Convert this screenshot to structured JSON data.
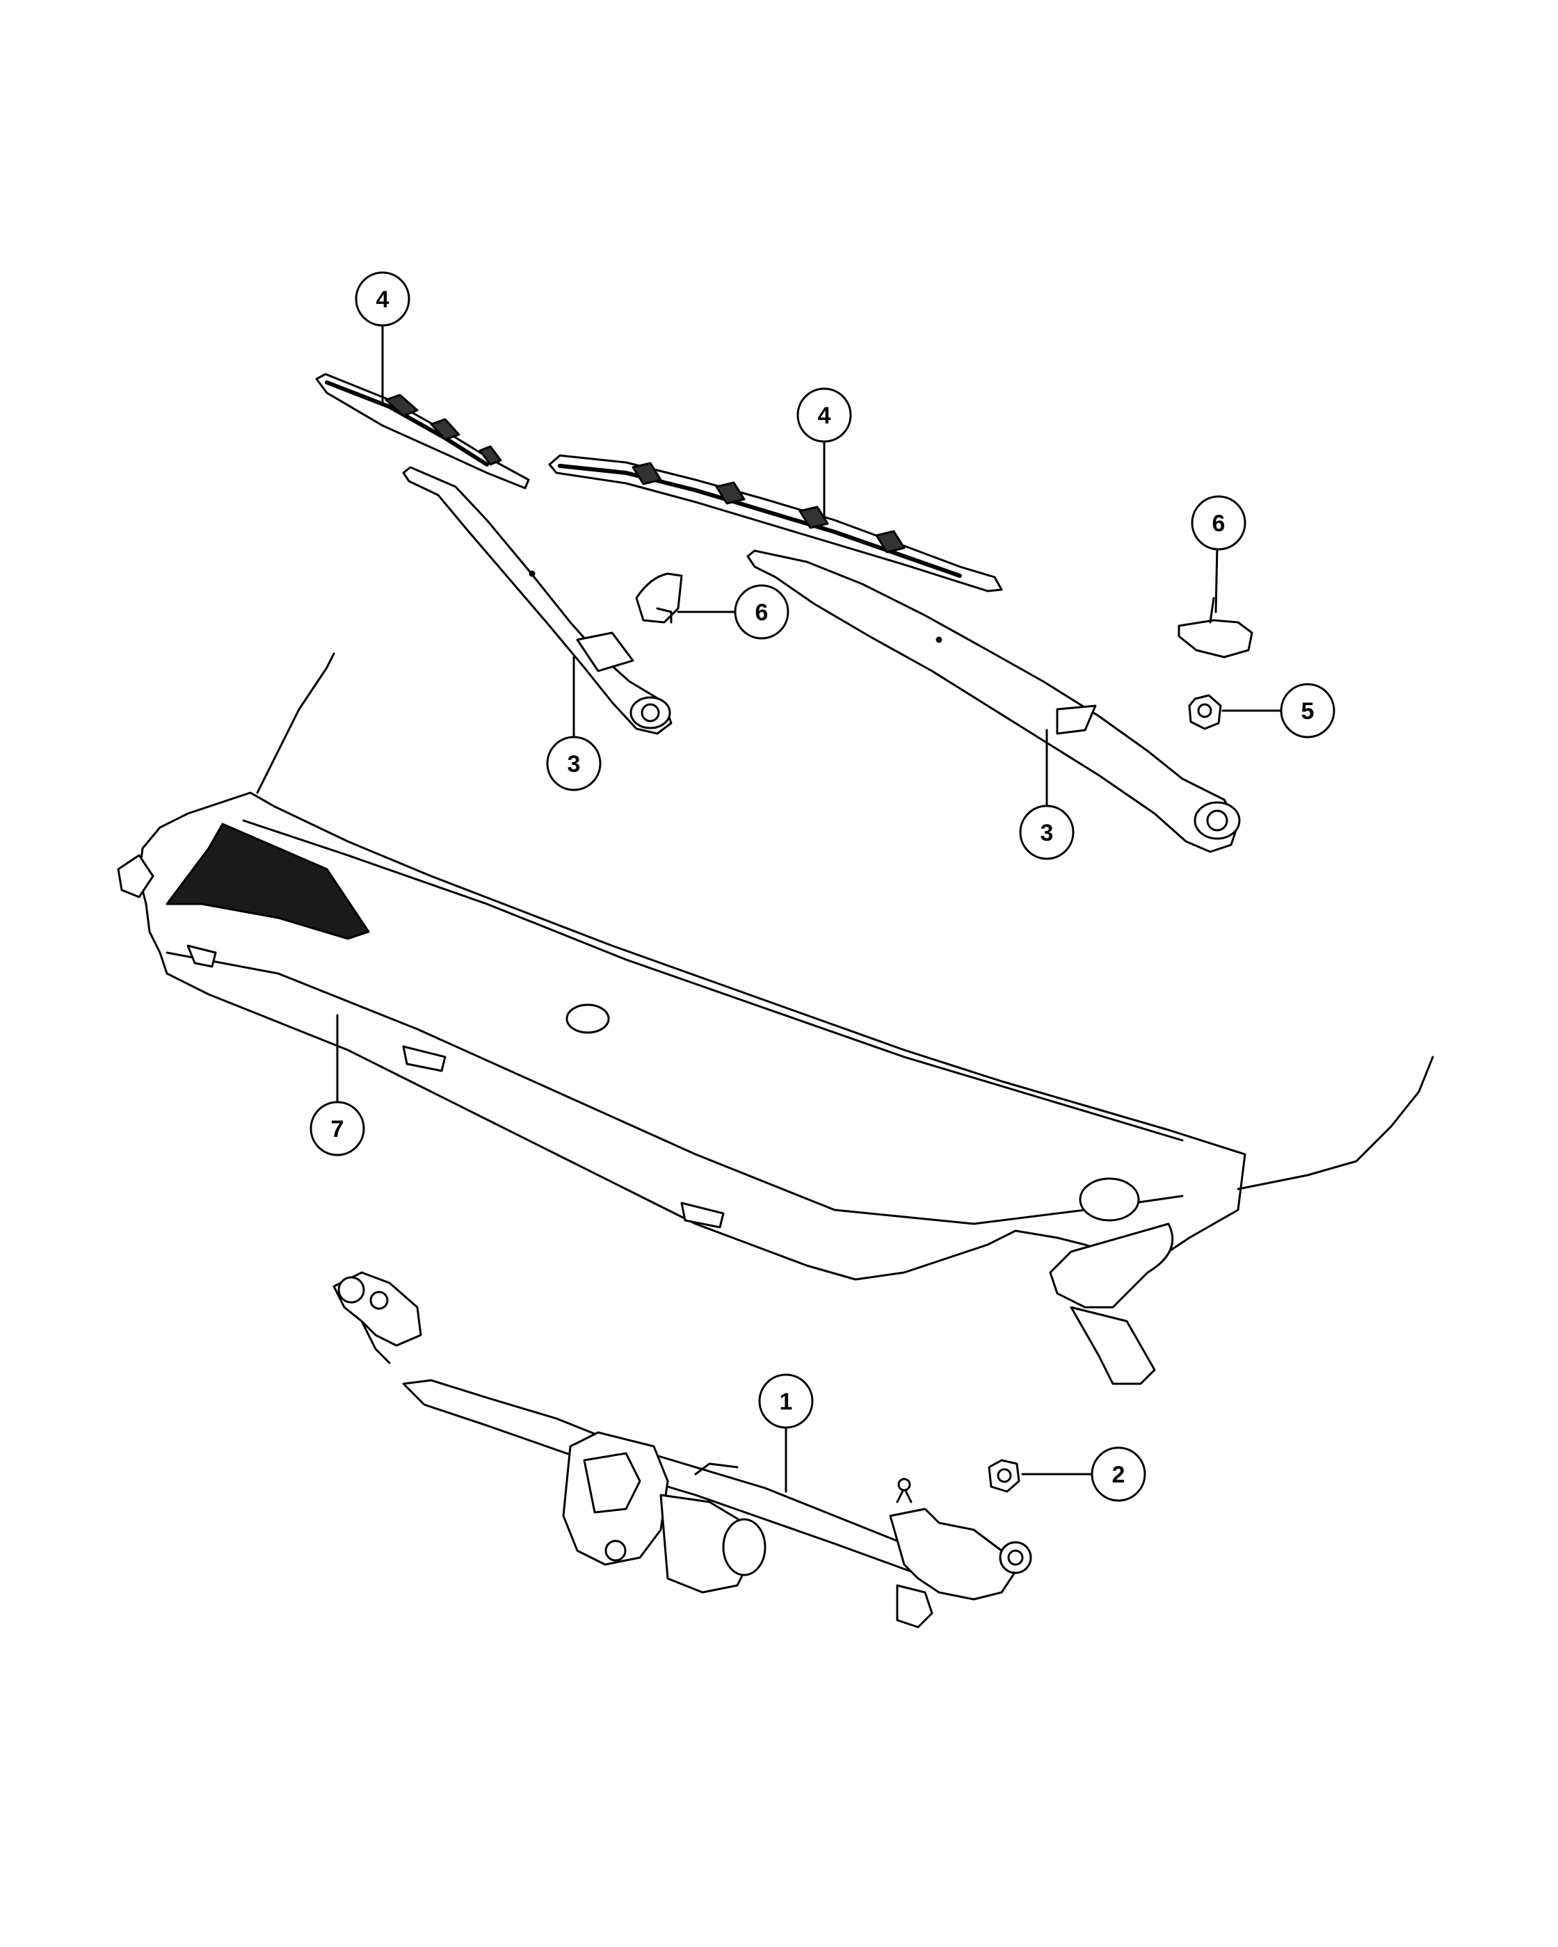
{
  "diagram": {
    "stroke_color": "#000000",
    "fill_color": "#ffffff",
    "fill_dark": "#1a1a1a",
    "callouts": [
      {
        "label": "4"
      },
      {
        "label": "4"
      },
      {
        "label": "6"
      },
      {
        "label": "6"
      },
      {
        "label": "3"
      },
      {
        "label": "3"
      },
      {
        "label": "5"
      },
      {
        "label": "7"
      },
      {
        "label": "1"
      },
      {
        "label": "2"
      }
    ]
  }
}
